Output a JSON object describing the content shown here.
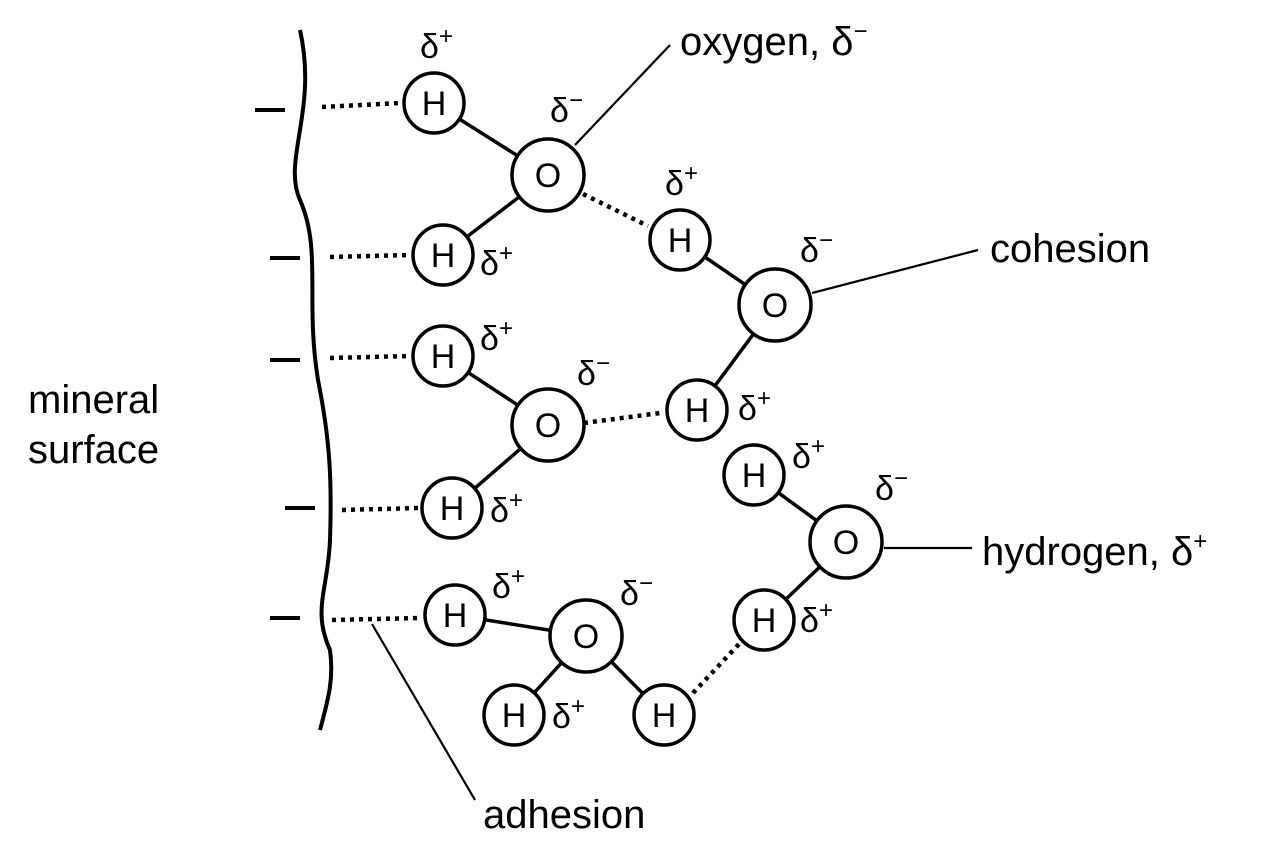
{
  "labels": {
    "mineral_line1": "mineral",
    "mineral_line2": "surface",
    "oxygen": "oxygen, δ",
    "oxygen_sup": "−",
    "cohesion": "cohesion",
    "hydrogen": "hydrogen, δ",
    "hydrogen_sup": "+",
    "adhesion": "adhesion"
  },
  "symbols": {
    "hydrogen": "H",
    "oxygen": "O",
    "delta": "δ",
    "plus": "+",
    "minus": "−"
  },
  "surface_charge_count": 5
}
